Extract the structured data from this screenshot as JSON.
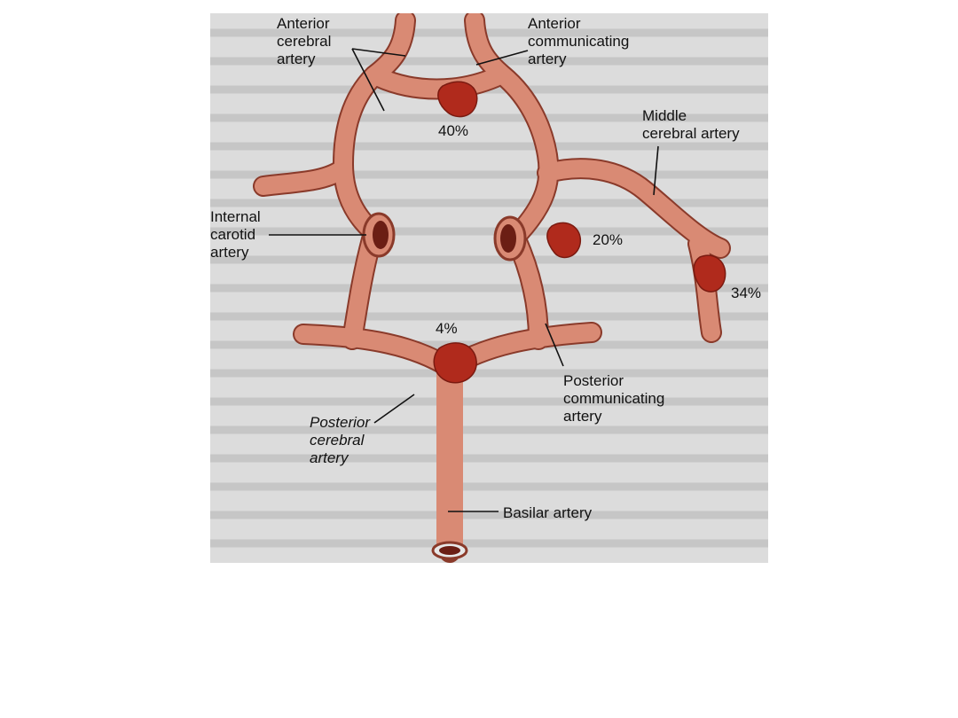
{
  "labels": {
    "anterior_cerebral": "Anterior\ncerebral\nartery",
    "anterior_communicating": "Anterior\ncommunicating\nartery",
    "middle_cerebral": "Middle\ncerebral artery",
    "internal_carotid": "Internal\ncarotid\nartery",
    "posterior_communicating": "Posterior\ncommunicating\nartery",
    "posterior_cerebral": "Posterior\ncerebral\nartery",
    "basilar": "Basilar artery"
  },
  "percentages": {
    "anterior_communicating": "40%",
    "middle_cerebral": "20%",
    "middle_cerebral_distal": "34%",
    "basilar_tip": "4%"
  },
  "colors": {
    "vessel": "#d98a74",
    "vessel_outline": "#8a3a2a",
    "aneurysm": "#b02a1c",
    "background": "#dcdcdc",
    "lumen": "#6b1e14"
  }
}
